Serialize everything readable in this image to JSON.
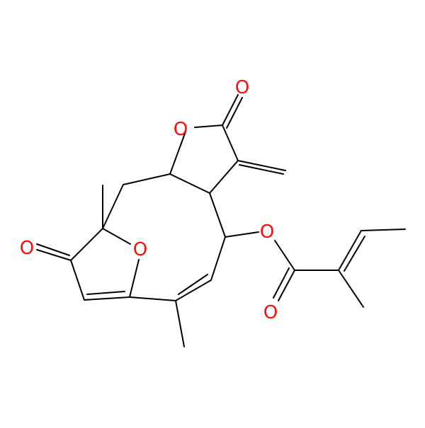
{
  "molecule": {
    "bond_color": "#000000",
    "heteroatom_color": "#ff0d0d",
    "background": "#ffffff",
    "atom_labels": {
      "o_carbonyl_lactone": "O",
      "o_ring_lactone": "O",
      "o_ester": "O",
      "o_carbonyl_ester": "O",
      "o_ring_furanone": "O",
      "o_carbonyl_ketone": "O"
    }
  }
}
